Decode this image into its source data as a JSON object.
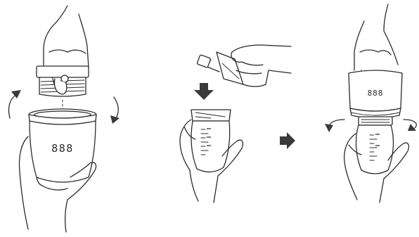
{
  "steps": [
    {
      "display_text": "888",
      "rotation_arrows": [
        "rotate-ccw-left",
        "rotate-cw-right"
      ]
    },
    {
      "pour_arrow": "down-arrow",
      "next_arrow": "right-arrow"
    },
    {
      "display_text": "888",
      "rotation_arrows": [
        "rotate-left",
        "rotate-right"
      ]
    }
  ]
}
